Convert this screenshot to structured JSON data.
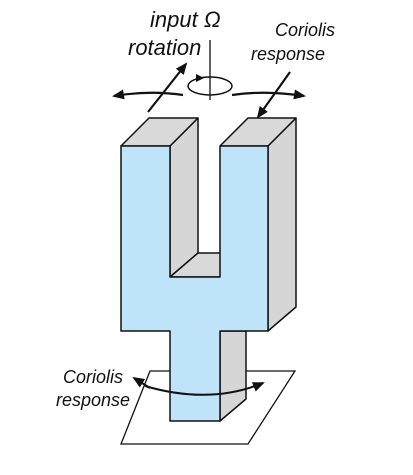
{
  "labels": {
    "input_line1": "input Ω",
    "input_line2": "rotation",
    "coriolis_top_line1": "Coriolis",
    "coriolis_top_line2": "response",
    "coriolis_bottom_line1": "Coriolis",
    "coriolis_bottom_line2": "response"
  },
  "colors": {
    "face": "#bfe3f8",
    "side": "#d6d6d6",
    "top": "#d9d9d9",
    "stroke": "#111111",
    "background": "#ffffff"
  }
}
